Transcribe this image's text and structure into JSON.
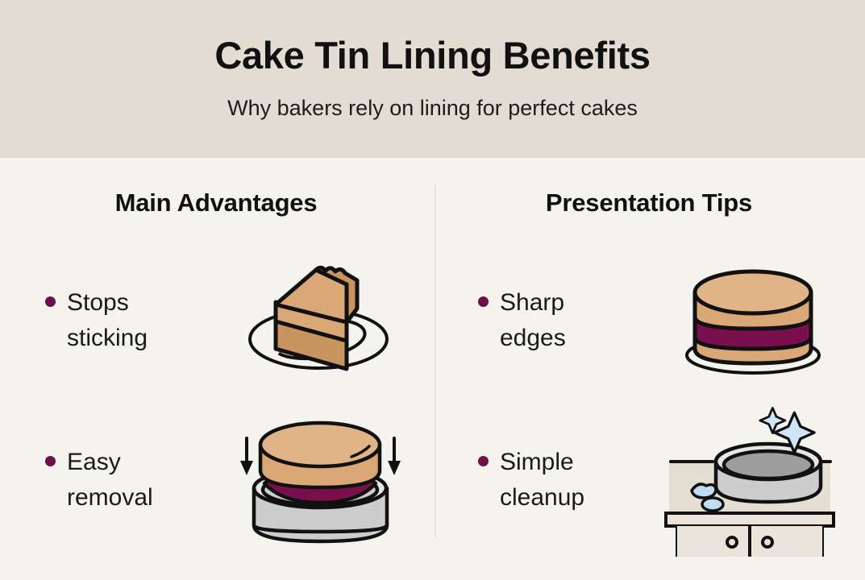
{
  "header": {
    "title": "Cake Tin Lining Benefits",
    "subtitle": "Why bakers rely on lining for perfect cakes",
    "background_color": "#e3dcd3"
  },
  "page": {
    "background_color": "#f5f3ee",
    "divider_color": "#e8e4da"
  },
  "palette": {
    "bullet": "#6d1049",
    "cake_sponge": "#d9a876",
    "cake_sponge_dark": "#c8945f",
    "cake_filling": "#7a0f4e",
    "tin_metal": "#cdcdcd",
    "tin_metal_light": "#e6e6e6",
    "counter": "#e5ded3",
    "cabinet": "#e9e3d9",
    "water": "#bfdcf0",
    "sparkle": "#cfe6f7",
    "outline": "#111111"
  },
  "columns": [
    {
      "heading": "Main Advantages",
      "items": [
        {
          "label": "Stops sticking",
          "icon": "cake-slice-on-plate-icon"
        },
        {
          "label": "Easy removal",
          "icon": "cake-lifting-out-of-tin-icon"
        }
      ]
    },
    {
      "heading": "Presentation Tips",
      "items": [
        {
          "label": "Sharp edges",
          "icon": "layered-round-cake-icon"
        },
        {
          "label": "Simple cleanup",
          "icon": "clean-tin-on-counter-icon"
        }
      ]
    }
  ]
}
